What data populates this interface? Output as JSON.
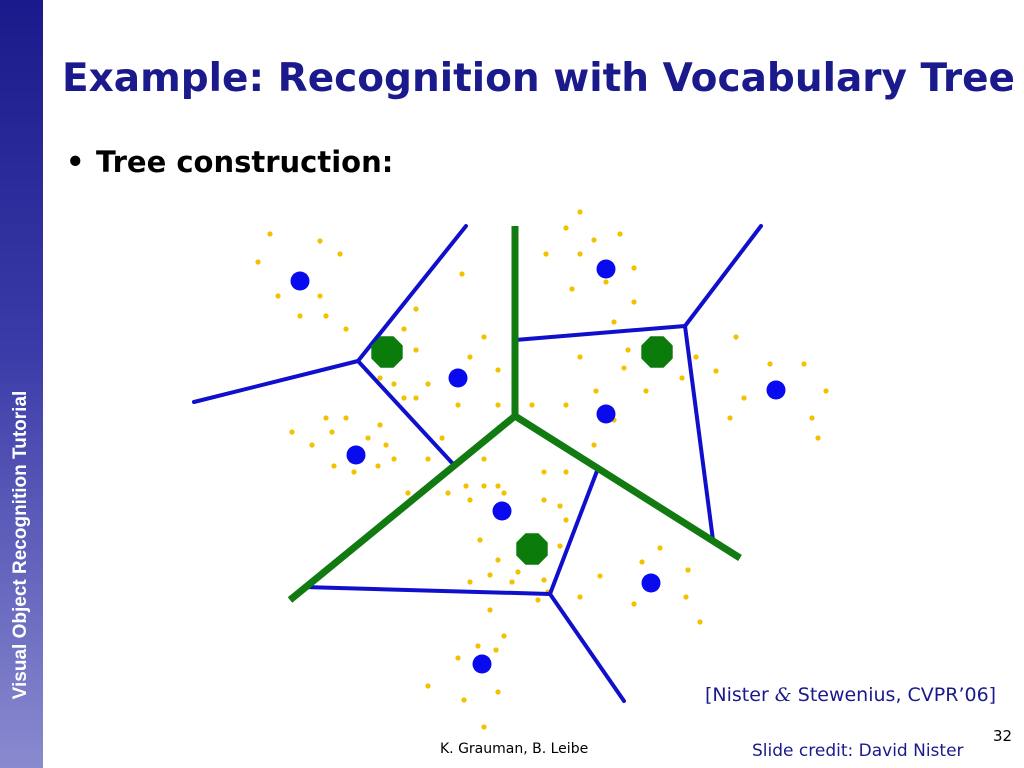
{
  "slide": {
    "sidebar_text": "Visual Object Recognition Tutorial",
    "title": "Example: Recognition with Vocabulary Tree",
    "bullet": "Tree construction:",
    "citation": {
      "prefix": "[Nister ",
      "amp": "&",
      "suffix": " Stewenius, CVPR’06]"
    },
    "authors": "K. Grauman, B. Leibe",
    "credit": "Slide credit: David Nister",
    "page_number": "32"
  },
  "colors": {
    "title": "#1a1a8c",
    "blue_lines": "#1010cc",
    "green_lines": "#117a11",
    "blue_centers": "#0a0aee",
    "green_centers": "#0b7c0b",
    "feature_points": "#f2c200"
  }
}
